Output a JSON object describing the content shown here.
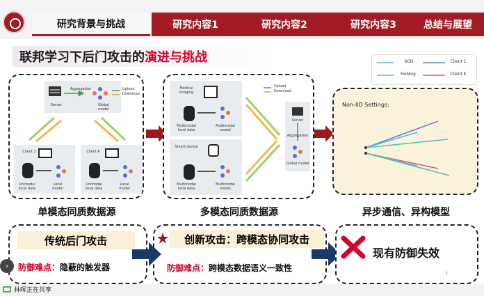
{
  "nav": {
    "tabs": [
      {
        "label": "研究背景与挑战"
      },
      {
        "label": "研究内容1"
      },
      {
        "label": "研究内容2"
      },
      {
        "label": "研究内容3"
      },
      {
        "label": "总结与展望"
      }
    ]
  },
  "title": {
    "part1": "联邦学习下后门攻击的",
    "part2": "演进与挑战"
  },
  "panel1": {
    "server": "Server",
    "aggregation": "Aggregation",
    "global_model": "Global model",
    "upload": "Upload",
    "download": "Download",
    "client1": "Client 1",
    "clientk": "Client K",
    "unimodal_data_1": "Unimodal local data",
    "local_model_1": "Local model",
    "unimodal_data_2": "Unimodal local data",
    "local_model_2": "Local model",
    "label": "单模态同质数据源"
  },
  "panel2": {
    "medical_imaging": "Medical imaging",
    "multimodal_data_1": "Multimodal local data",
    "multimodal_model_1": "Multimodal model",
    "smart_device": "Smart device",
    "multimodal_data_2": "Multimodal local data",
    "multimodal_model_2": "Multimodal model",
    "upload": "Upload",
    "download": "Download",
    "server": "Server",
    "aggregation": "Aggregation",
    "global_model": "Global model",
    "label": "多模态同质数据源"
  },
  "panel3": {
    "legend": {
      "sgd": "SGD",
      "client1": "Client 1",
      "fedavg": "FedAvg",
      "clientk": "Client K"
    },
    "noniid": "Non-IID Settings:",
    "label": "异步通信、异构模型"
  },
  "bottom": {
    "box1_title": "传统后门攻击",
    "box1_detail_label": "防御难点：",
    "box1_detail_value": "隐蔽的触发器",
    "box2_title": "创新攻击：跨模态协同攻击",
    "box2_detail_label": "防御难点：",
    "box2_detail_value": "跨模态数据语义一致性",
    "box3_title": "现有防御失效"
  },
  "share": {
    "text": "林晖正在共享"
  },
  "page_number": "7",
  "colors": {
    "accent": "#a31b25",
    "highlight": "#d4002a",
    "arrow_dark_red": "#9b1b1b",
    "navy_arrow": "#173a66"
  }
}
